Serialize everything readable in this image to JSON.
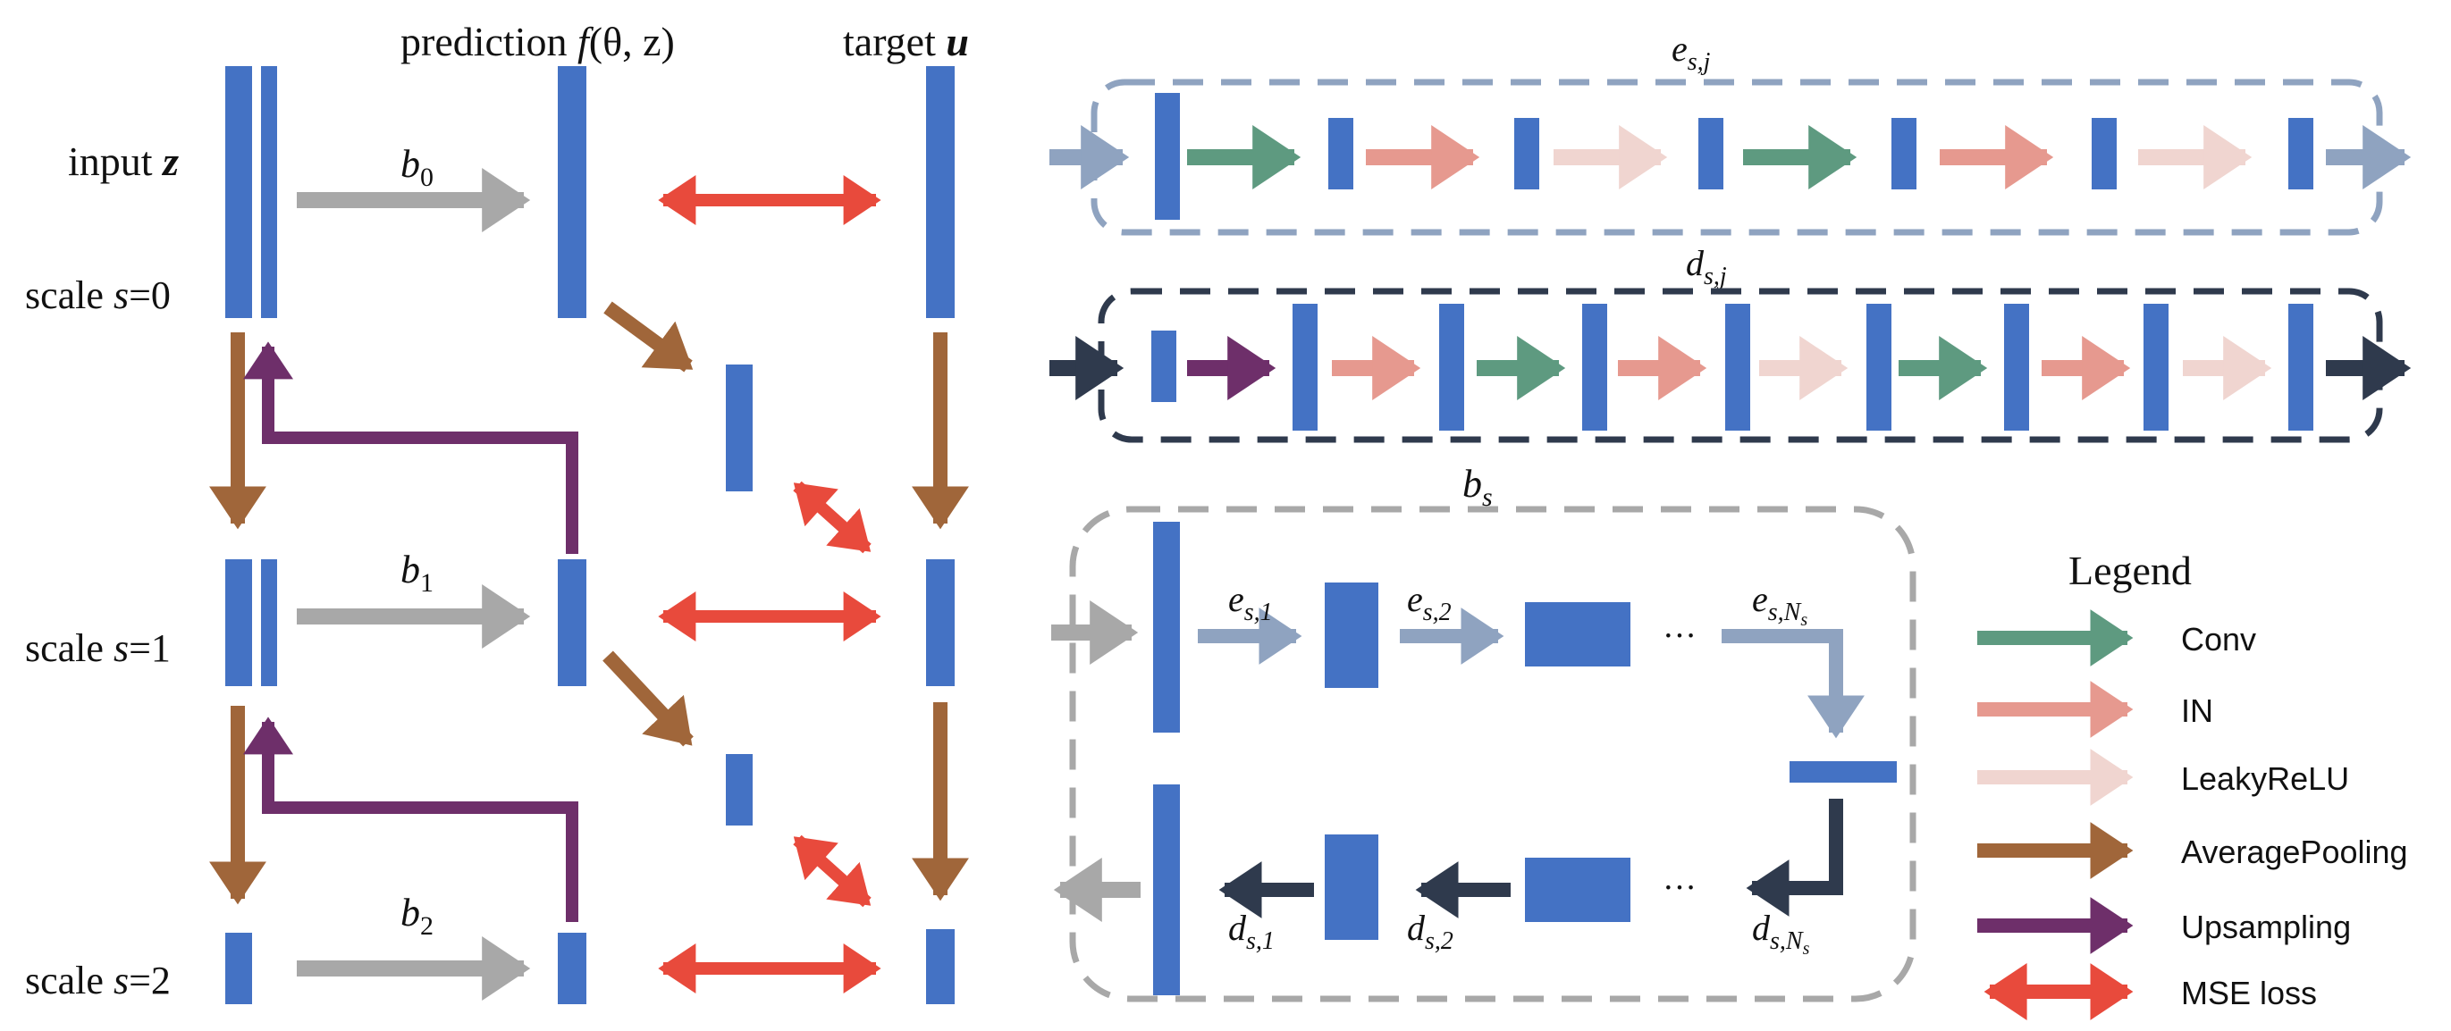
{
  "labels": {
    "input": "input",
    "input_var": "z",
    "prediction": "prediction",
    "prediction_f": "f",
    "prediction_args": "(θ, z)",
    "target": "target",
    "target_var": "u",
    "scale_prefix": "scale",
    "scale_s": "s",
    "scale0": "=0",
    "scale1": "=1",
    "scale2": "=2",
    "b": "b",
    "b0_sub": "0",
    "b1_sub": "1",
    "b2_sub": "2",
    "bs_sub": "s",
    "e": "e",
    "d": "d",
    "ej_sub": "s,j",
    "dj_sub": "s,j",
    "e1_sub": "s,1",
    "e2_sub": "s,2",
    "eN_sub": "s,N",
    "d1_sub": "s,1",
    "d2_sub": "s,2",
    "dN_sub": "s,N",
    "N_sub": "s",
    "dots": "···"
  },
  "legend": {
    "title": "Legend",
    "items": [
      {
        "label": "Conv",
        "color": "#5e9a80"
      },
      {
        "label": "IN",
        "color": "#e6998f"
      },
      {
        "label": "LeakyReLU",
        "color": "#f0d5d0"
      },
      {
        "label": "AveragePooling",
        "color": "#a0663a"
      },
      {
        "label": "Upsampling",
        "color": "#6e2f6a"
      },
      {
        "label": "MSE loss",
        "color": "#e84a3c"
      }
    ]
  },
  "colors": {
    "block": "#4472c4",
    "gray_arrow": "#a8a8a8",
    "blue_gray_arrow": "#8fa3c0",
    "dark_arrow": "#2f3a4d",
    "e_box_border": "#8fa3c0",
    "d_box_border": "#2f3a4d",
    "b_box_border": "#a8a8a8"
  }
}
